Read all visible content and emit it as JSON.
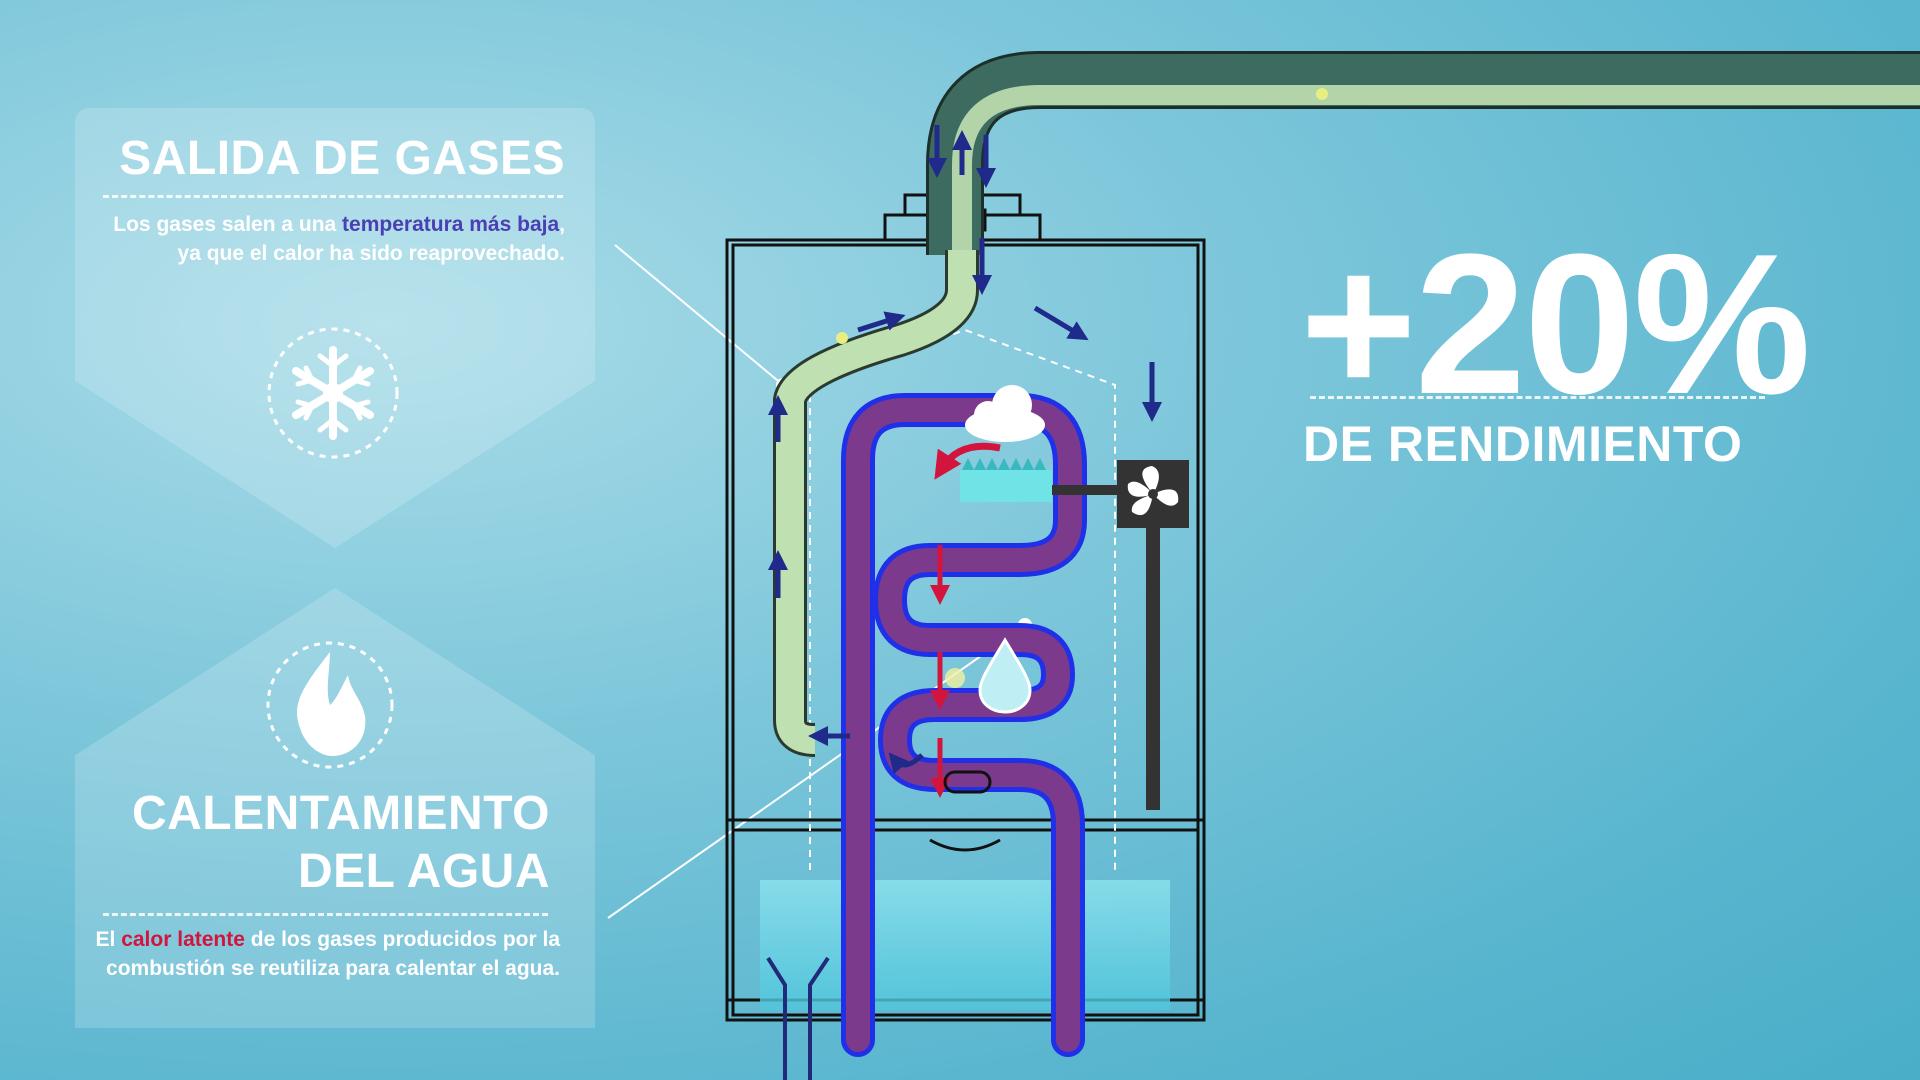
{
  "top_card": {
    "title": "SALIDA DE GASES",
    "text_before": "Los gases salen a una ",
    "text_highlight": "temperatura más baja",
    "text_after": ", ya que el calor ha sido reaprovechado.",
    "icon": "snowflake-icon"
  },
  "bottom_card": {
    "title_line1": "CALENTAMIENTO",
    "title_line2": "DEL AGUA",
    "text_before": "El ",
    "text_highlight": "calor latente",
    "text_after": " de los gases producidos por la combustión se reutiliza para calentar el agua.",
    "icon": "flame-icon"
  },
  "stat": {
    "value": "+20%",
    "label": "DE RENDIMIENTO"
  },
  "colors": {
    "background": "#5ab6cf",
    "highlight_blue": "#4b3fb3",
    "highlight_red": "#d3153d",
    "flow_arrow_blue": "#1f2a8a",
    "flow_arrow_red": "#d3153d",
    "pipe_fill": "#bfe0b0"
  }
}
